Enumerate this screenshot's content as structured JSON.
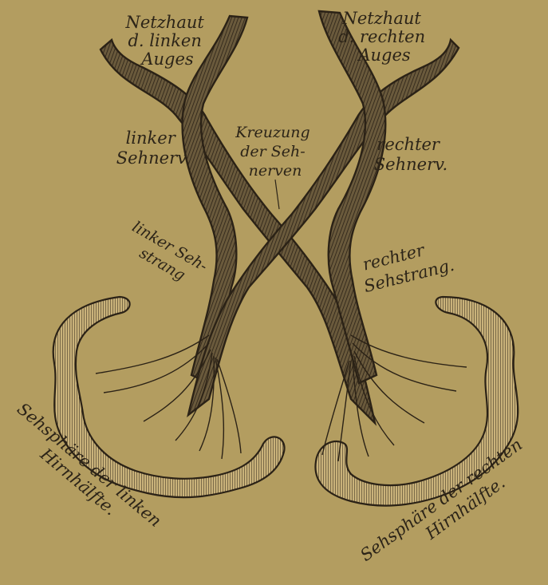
{
  "labels": {
    "retina_left": [
      "Netzhaut",
      "d. linken",
      "Auges"
    ],
    "retina_right": [
      "Netzhaut",
      "d. rechten",
      "Auges"
    ],
    "nerve_left": [
      "linker",
      "Sehnerv."
    ],
    "nerve_right": [
      "rechter",
      "Sehnerv."
    ],
    "chiasm": [
      "Kreuzung",
      "der Seh-",
      "nerven"
    ],
    "tract_left": [
      "linker Seh-",
      "strang"
    ],
    "tract_right": [
      "rechter",
      "Sehstrang."
    ],
    "visual_area_left": [
      "Sehsphäre der linken",
      "Hirnhälfte."
    ],
    "visual_area_right": [
      "Sehsphäre der rechten",
      "Hirnhälfte."
    ]
  },
  "colors": {
    "background": "#b39d60",
    "ink": "#2c2418",
    "nerve_fill": "#5e4f36",
    "nerve_stroke": "#2b2216",
    "cortex_fill": "#c8b27a"
  }
}
